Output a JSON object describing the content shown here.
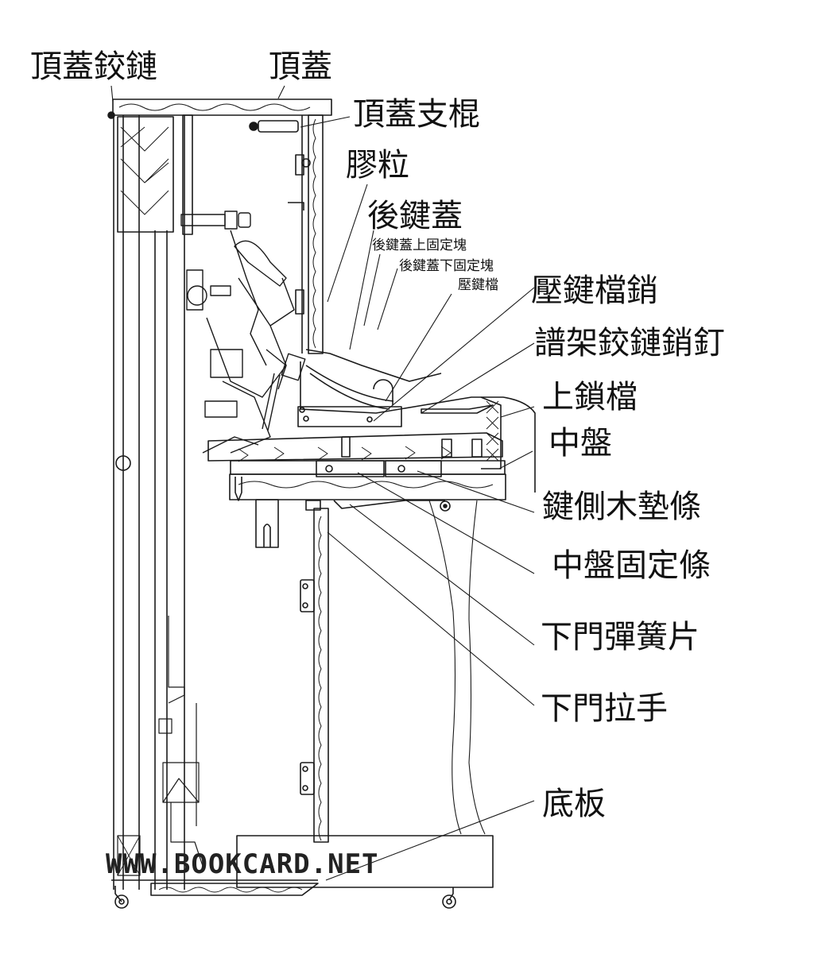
{
  "diagram": {
    "title": "Upright piano cross-section",
    "line_color": "#1a1a1a",
    "labels": [
      {
        "id": "top-lid-hinge",
        "text": "頂蓋鉸鏈"
      },
      {
        "id": "top-lid",
        "text": "頂蓋"
      },
      {
        "id": "top-lid-prop",
        "text": "頂蓋支棍"
      },
      {
        "id": "rubber-bumper",
        "text": "膠粒"
      },
      {
        "id": "rear-key-cover",
        "text": "後鍵蓋"
      },
      {
        "id": "rear-key-cover-upper-block",
        "text": "後鍵蓋上固定塊"
      },
      {
        "id": "rear-key-cover-lower-block",
        "text": "後鍵蓋下固定塊"
      },
      {
        "id": "key-slip",
        "text": "壓鍵檔"
      },
      {
        "id": "key-slip-pin",
        "text": "壓鍵檔銷"
      },
      {
        "id": "music-desk-hinge-pin",
        "text": "譜架鉸鏈銷釘"
      },
      {
        "id": "upper-lock-rail",
        "text": "上鎖檔"
      },
      {
        "id": "keybed",
        "text": "中盤"
      },
      {
        "id": "key-side-wood-strip",
        "text": "鍵側木墊條"
      },
      {
        "id": "keybed-fixing-strip",
        "text": "中盤固定條"
      },
      {
        "id": "lower-door-spring",
        "text": "下門彈簧片"
      },
      {
        "id": "lower-door-handle",
        "text": "下門拉手"
      },
      {
        "id": "bottom-board",
        "text": "底板"
      }
    ],
    "watermark": "WWW.BOOKCARD.NET"
  }
}
